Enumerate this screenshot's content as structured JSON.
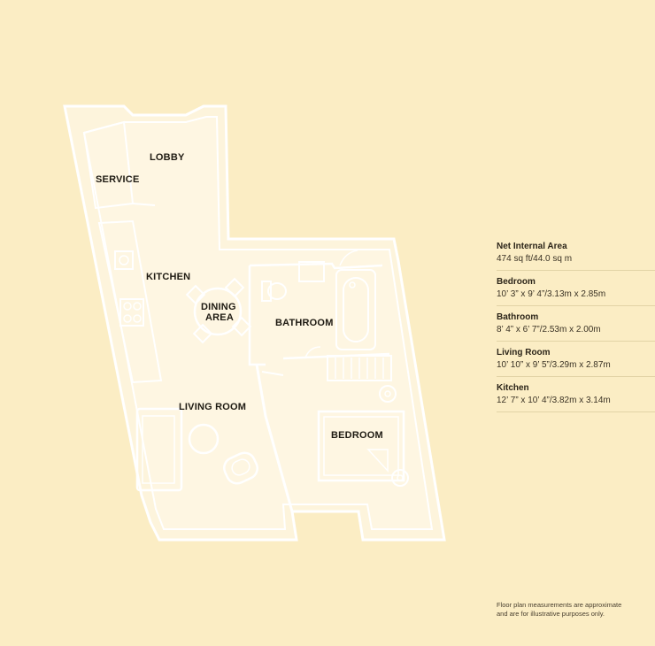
{
  "rooms": {
    "lobby": "LOBBY",
    "service": "SERVICE",
    "kitchen": "KITCHEN",
    "dining_line1": "DINING",
    "dining_line2": "AREA",
    "bathroom": "BATHROOM",
    "living_room": "LIVING ROOM",
    "bedroom": "BEDROOM"
  },
  "specs": [
    {
      "title": "Net Internal Area",
      "value": "474 sq ft/44.0 sq m"
    },
    {
      "title": "Bedroom",
      "value": "10’ 3” x 9’ 4”/3.13m x 2.85m"
    },
    {
      "title": "Bathroom",
      "value": "8’ 4” x 6’ 7”/2.53m x 2.00m"
    },
    {
      "title": "Living Room",
      "value": "10’ 10” x 9’ 5”/3.29m x 2.87m"
    },
    {
      "title": "Kitchen",
      "value": "12’ 7” x 10’ 4”/3.82m x 3.14m"
    }
  ],
  "disclaimer": {
    "line1": "Floor plan measurements are approximate",
    "line2": "and are for illustrative purposes only."
  },
  "colors": {
    "background": "#fbedc4",
    "floor": "#fdf4dc",
    "walls": "#ffffff"
  },
  "icons": [
    "sink-icon",
    "hob-icon",
    "toilet-icon",
    "bathtub-icon",
    "radiator-icon",
    "bed-icon",
    "armchair-icon",
    "sofa-icon",
    "coffee-table-icon",
    "dining-table-icon"
  ]
}
